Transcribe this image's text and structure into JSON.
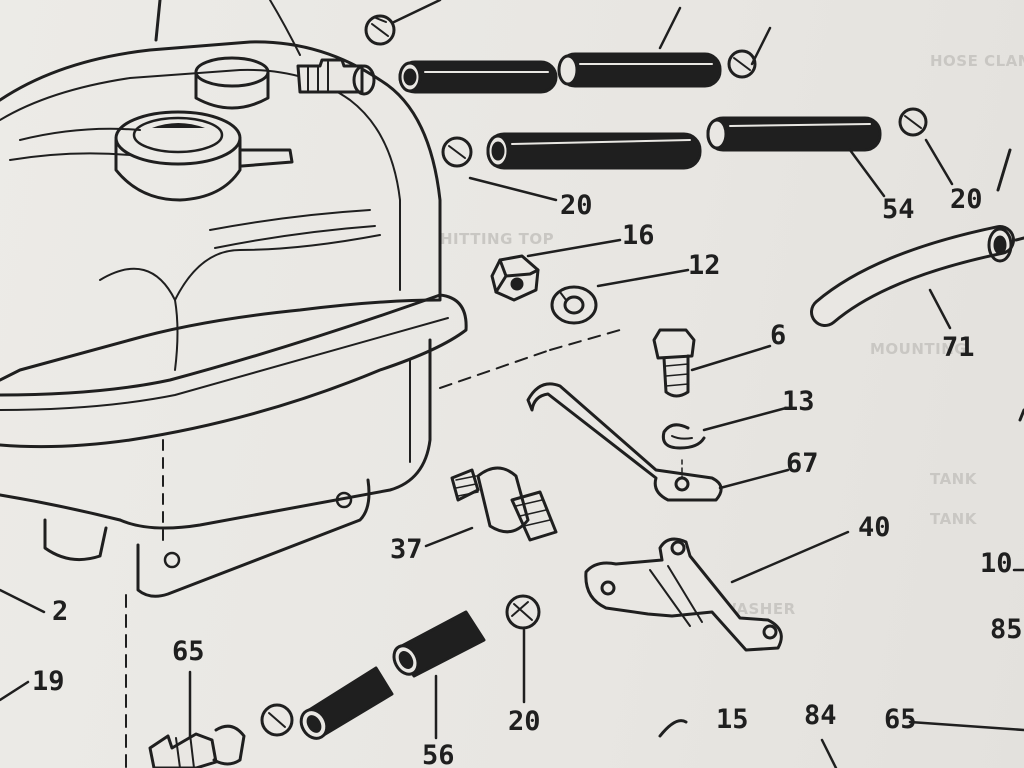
{
  "callouts": {
    "c16": "16",
    "c12": "12",
    "c6": "6",
    "c13": "13",
    "c67": "67",
    "c40": "40",
    "c37": "37",
    "c2": "2",
    "c19": "19",
    "c65a": "65",
    "c56": "56",
    "c20a": "20",
    "c20b": "20",
    "c20c": "20",
    "c54": "54",
    "c71": "71",
    "c10": "10",
    "c85": "85",
    "c15": "15",
    "c84": "84",
    "c65b": "65"
  },
  "colors": {
    "ink": "#1f1f1f",
    "paper": "#e9e7e3",
    "bleed_text": "#c9c7c3"
  }
}
